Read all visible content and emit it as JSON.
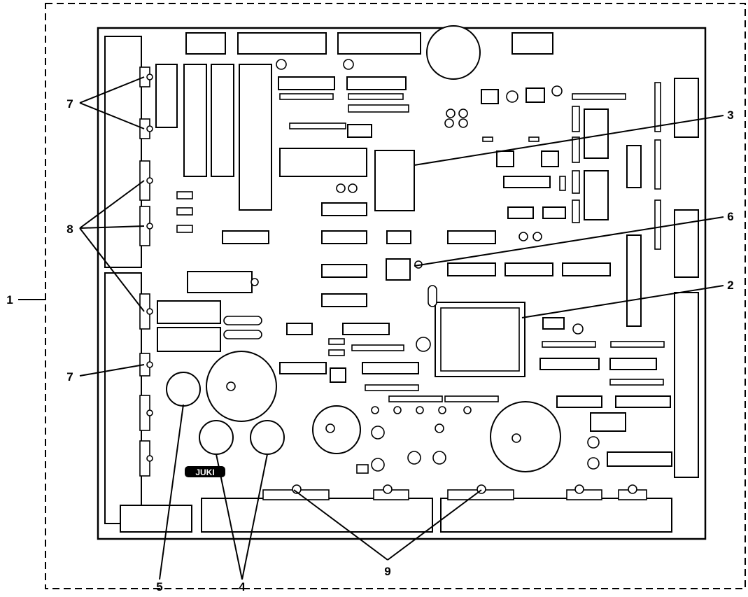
{
  "callouts": [
    {
      "id": "1",
      "label": "1"
    },
    {
      "id": "2",
      "label": "2"
    },
    {
      "id": "3",
      "label": "3"
    },
    {
      "id": "4",
      "label": "4"
    },
    {
      "id": "5",
      "label": "5"
    },
    {
      "id": "6",
      "label": "6"
    },
    {
      "id": "7a",
      "label": "7"
    },
    {
      "id": "7b",
      "label": "7"
    },
    {
      "id": "8",
      "label": "8"
    },
    {
      "id": "9",
      "label": "9"
    }
  ],
  "board": {
    "logo_text": "JUKI"
  }
}
